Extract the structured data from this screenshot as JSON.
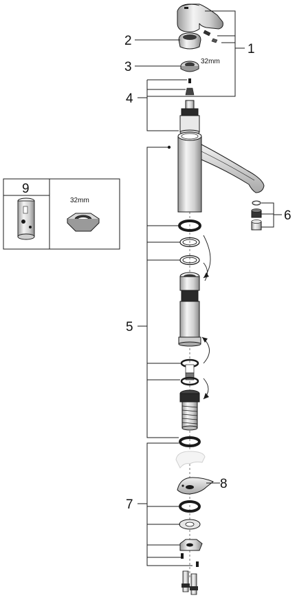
{
  "diagram": {
    "callouts": {
      "c1": "1",
      "c2": "2",
      "c3": "3",
      "c4": "4",
      "c5": "5",
      "c6": "6",
      "c7": "7",
      "c8": "8",
      "c9": "9"
    },
    "dimension_top": "32mm",
    "dimension_inset": "32mm",
    "colors": {
      "line": "#1a1a1a",
      "part_light": "#e6e6e6",
      "part_mid": "#b9b9b9",
      "part_dark": "#3a3a3a",
      "faded": "#d4d4d4"
    }
  }
}
